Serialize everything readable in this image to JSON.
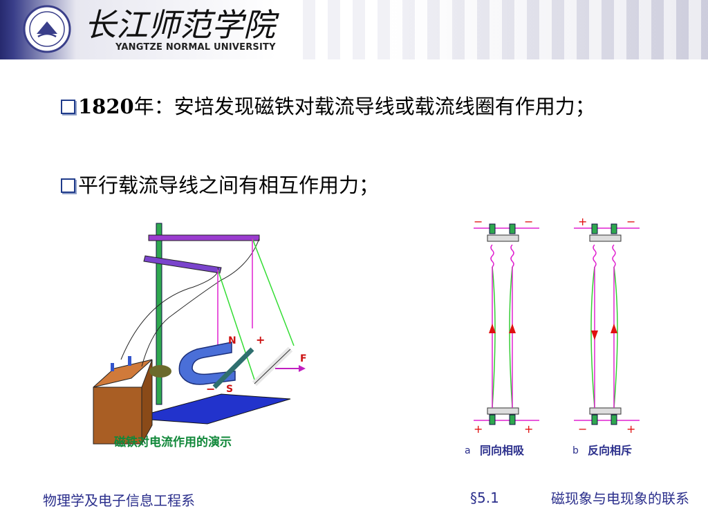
{
  "header": {
    "school_name_cn": "长江师范学院",
    "school_name_en": "YANGTZE NORMAL UNIVERSITY"
  },
  "bullets": [
    {
      "year": "1820",
      "text": "年：安培发现磁铁对载流导线或载流线圈有作用力；"
    },
    {
      "text": "平行载流导线之间有相互作用力；"
    }
  ],
  "figure_left": {
    "caption": "磁铁对电流作用的演示",
    "label_N": "N",
    "label_S": "S",
    "label_F": "F",
    "label_plus": "+",
    "label_minus": "−"
  },
  "figure_right": {
    "panel_a": {
      "letter": "a",
      "caption": "同向相吸"
    },
    "panel_b": {
      "letter": "b",
      "caption": "反向相斥"
    }
  },
  "footer": {
    "department": "物理学及电子信息工程系",
    "section": "§5.1",
    "title": "磁现象与电现象的联系"
  },
  "colors": {
    "accent": "#2b2f8c",
    "magenta": "#e020d0",
    "green": "#2fa84f",
    "arrow_red": "#e01010"
  }
}
